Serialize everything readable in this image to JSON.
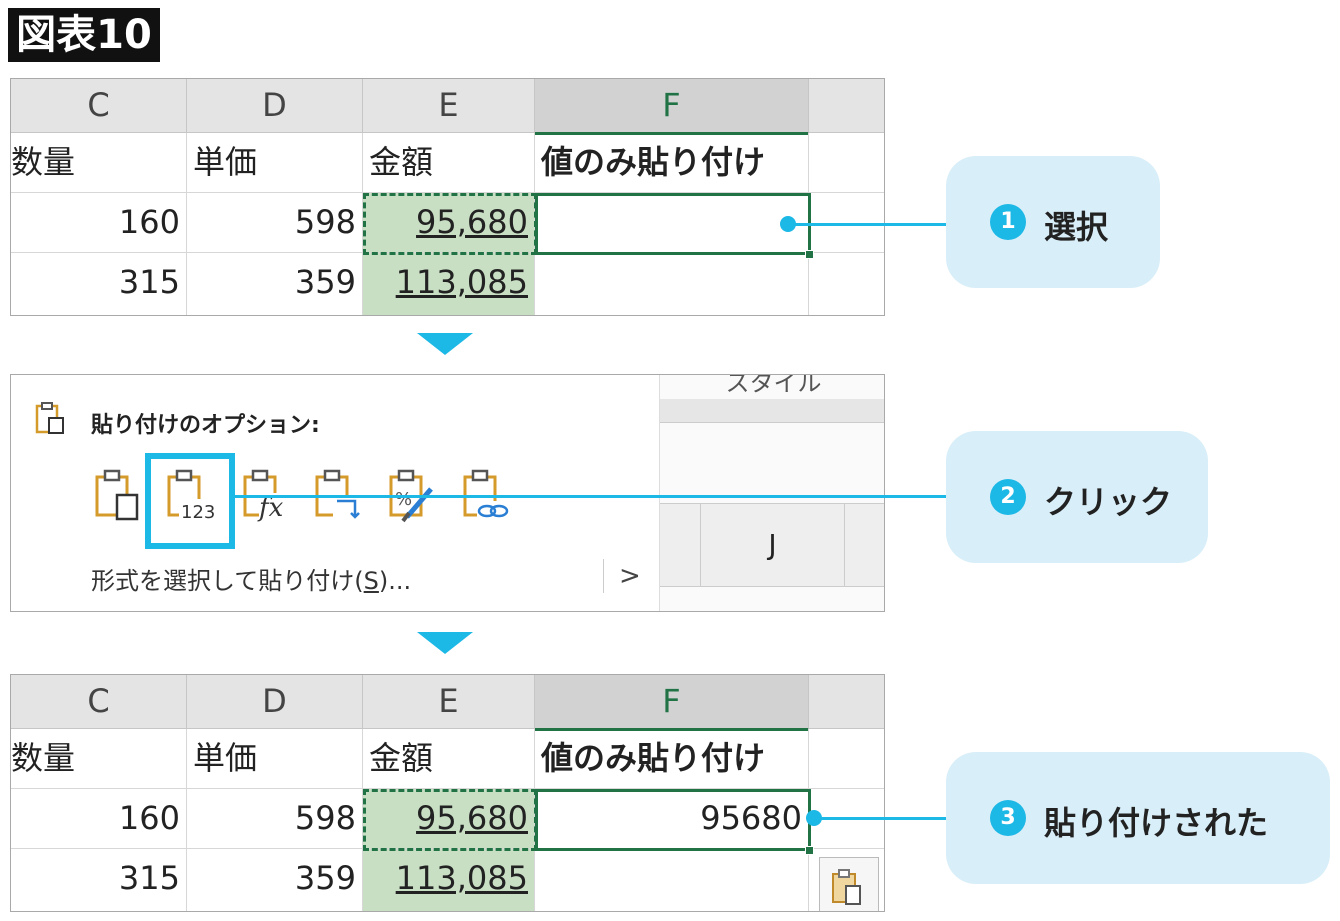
{
  "figure_label": "図表10",
  "columns": [
    "C",
    "D",
    "E",
    "F"
  ],
  "headers_row": [
    "数量",
    "単価",
    "金額",
    "値のみ貼り付け"
  ],
  "rows_before": [
    [
      "160",
      "598",
      "95,680",
      ""
    ],
    [
      "315",
      "359",
      "113,085",
      ""
    ]
  ],
  "rows_after": [
    [
      "160",
      "598",
      "95,680",
      "95680"
    ],
    [
      "315",
      "359",
      "113,085",
      ""
    ]
  ],
  "paste_panel": {
    "title": "貼り付けのオプション:",
    "special": "形式を選択して貼り付け(S)...",
    "special_underline": "S",
    "icons": [
      "paste-icon",
      "paste-values-icon",
      "paste-formulas-icon",
      "paste-transpose-icon",
      "paste-formatting-icon",
      "paste-link-icon"
    ],
    "value_icon_text": "123",
    "formula_icon_text": "fx",
    "ribbon_label": "スタイル",
    "column_j": "J",
    "chevron": ">"
  },
  "callouts": [
    {
      "num": "1",
      "text": "選択"
    },
    {
      "num": "2",
      "text": "クリック"
    },
    {
      "num": "3",
      "text": "貼り付けされた"
    }
  ],
  "colors": {
    "accent": "#1cb8e6",
    "excel_green": "#217346",
    "cell_green": "#c8dfc4",
    "bubble": "#d8eef8"
  }
}
